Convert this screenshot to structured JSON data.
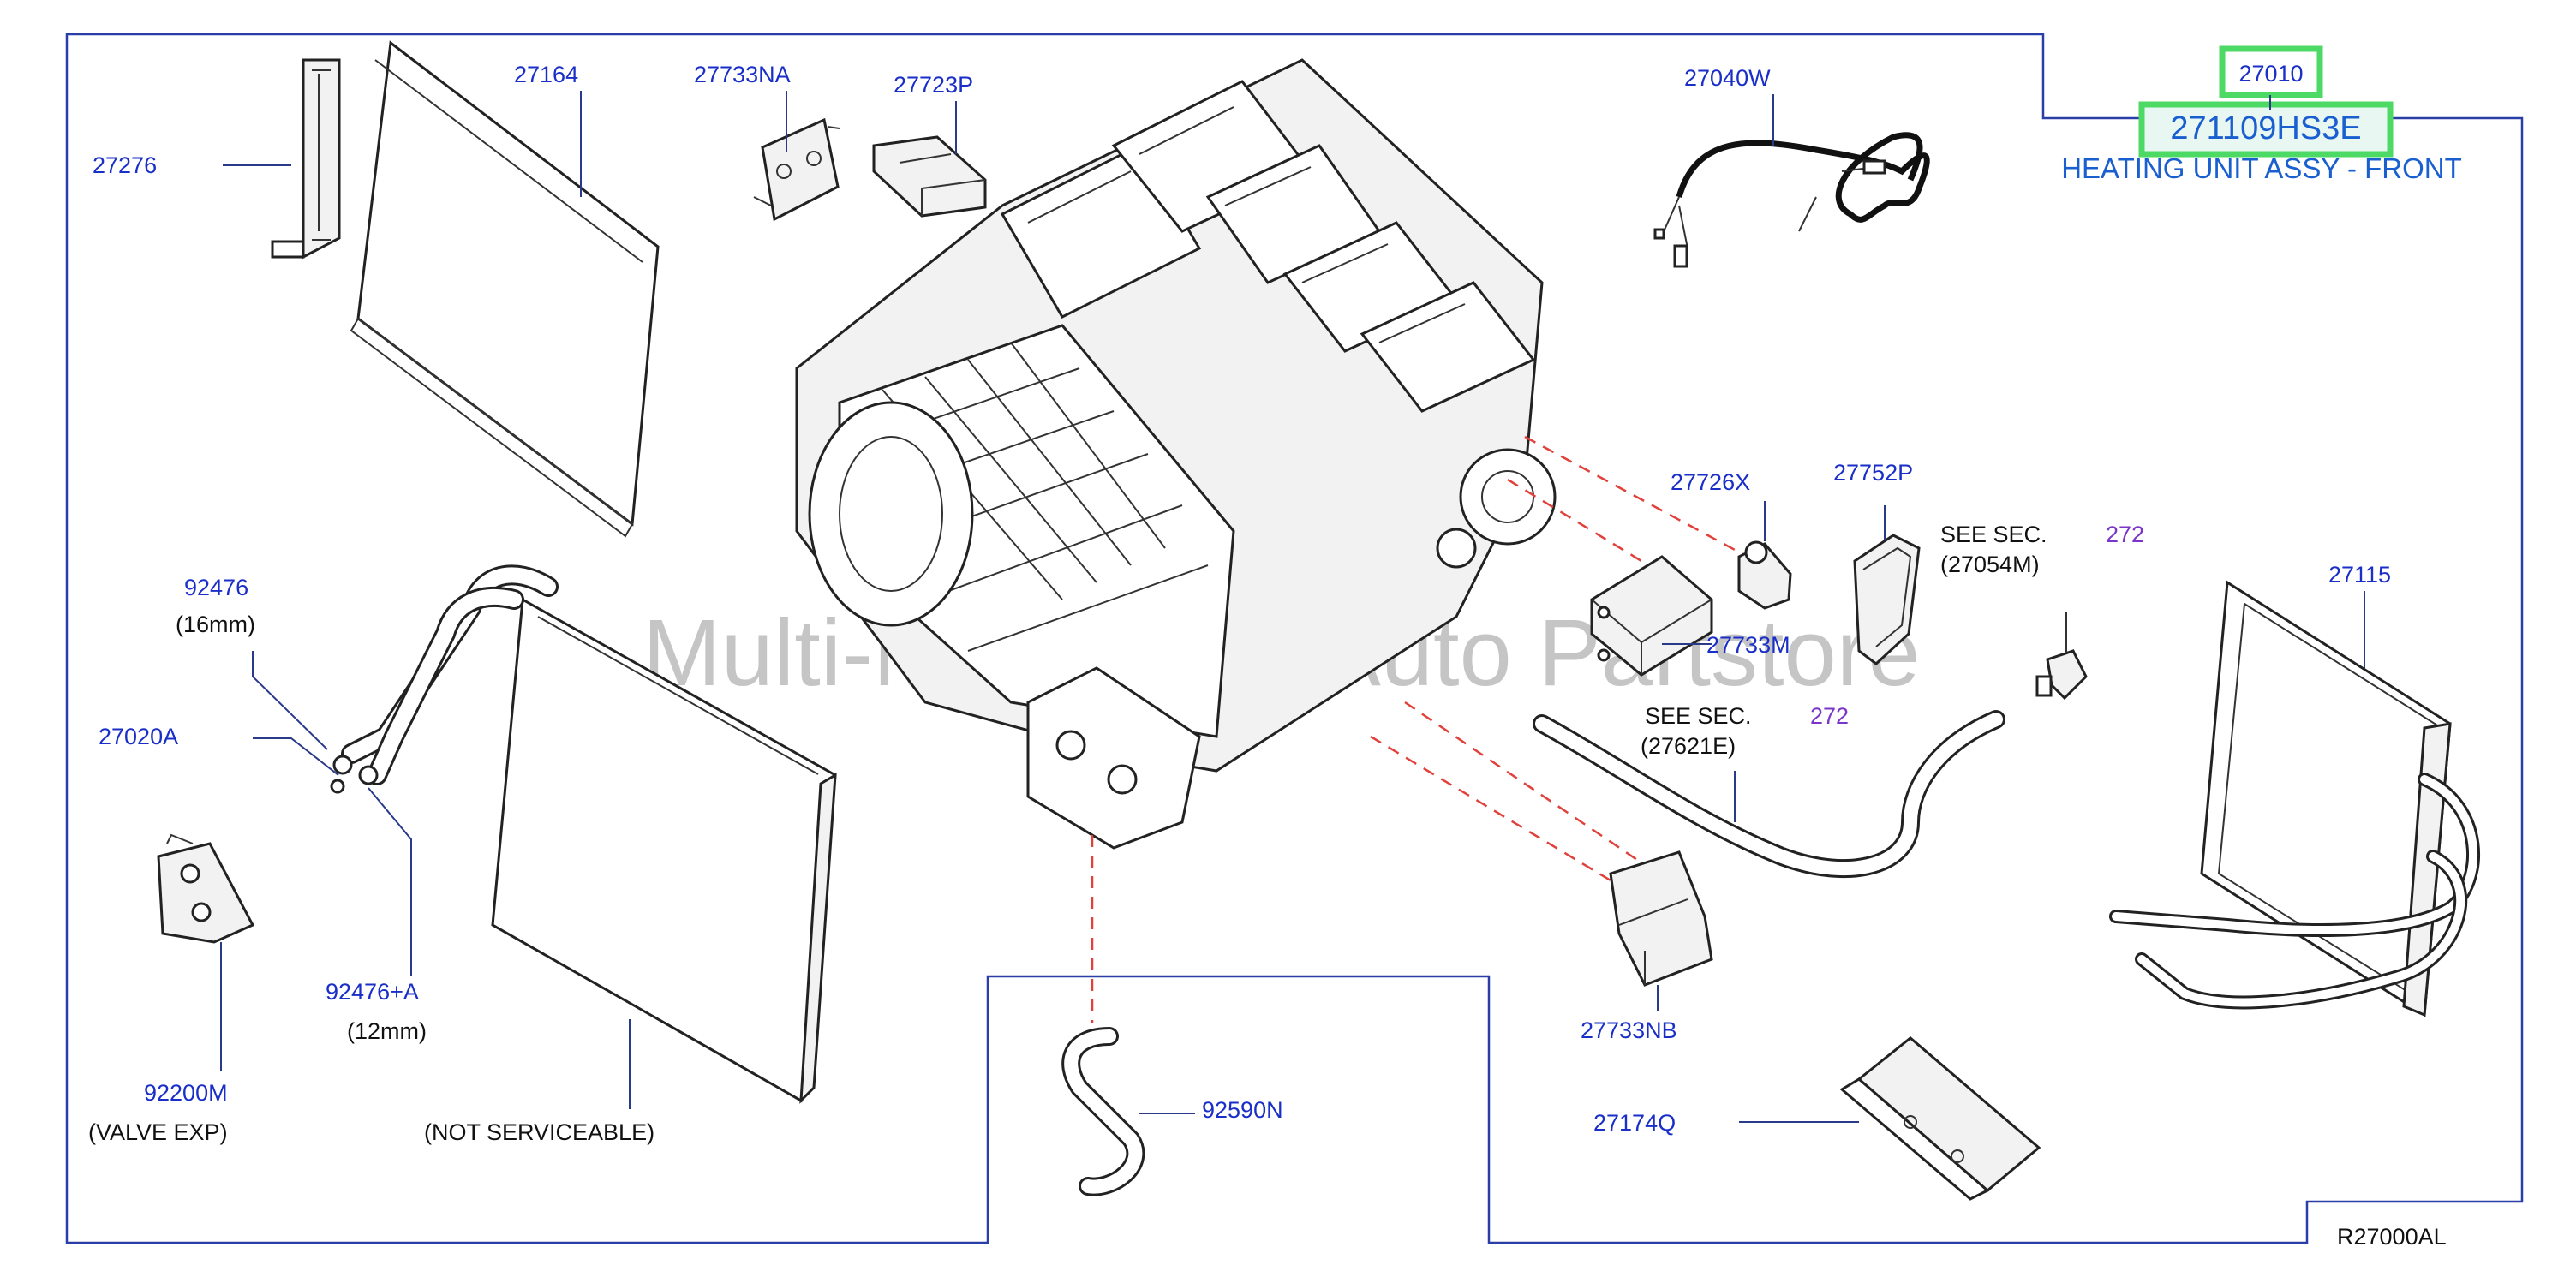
{
  "watermark": "Multi-Motorcraft Auto Partstore",
  "diagram_code": "R27000AL",
  "highlight": {
    "part_number": "27010",
    "part_code": "271109HS3E",
    "part_name": "HEATING UNIT ASSY - FRONT",
    "color": "#4cd964"
  },
  "labels": {
    "p27276": "27276",
    "p27164": "27164",
    "p27733NA": "27733NA",
    "p27723P": "27723P",
    "p27040W": "27040W",
    "p27726X": "27726X",
    "p27752P": "27752P",
    "p27115": "27115",
    "p27733M": "27733M",
    "p92476": "92476",
    "p92476_size": "(16mm)",
    "p27020A": "27020A",
    "p92476A": "92476+A",
    "p92476A_size": "(12mm)",
    "p92200M": "92200M",
    "p92200M_desc": "(VALVE   EXP)",
    "not_serviceable": "(NOT   SERVICEABLE)",
    "p92590N": "92590N",
    "p27733NB": "27733NB",
    "p27174Q": "27174Q"
  },
  "see_sections": [
    {
      "text": "SEE   SEC.",
      "sec": "272",
      "ref": "(27054M)"
    },
    {
      "text": "SEE   SEC.",
      "sec": "272",
      "ref": "(27621E)"
    }
  ]
}
